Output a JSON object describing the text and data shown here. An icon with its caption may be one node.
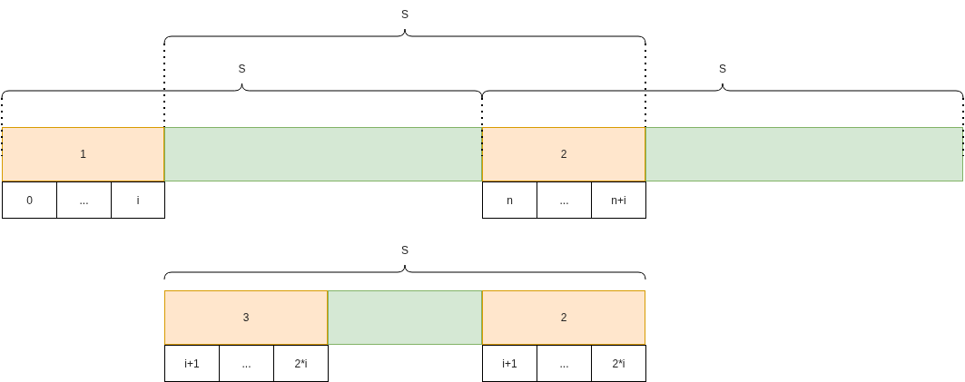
{
  "diagram": {
    "nodes": [
      {
        "text": [
          "1"
        ]
      },
      {
        "text": [],
        "shape": "box"
      },
      {
        "text": [
          "2"
        ]
      },
      {
        "text": [],
        "shape": "box"
      },
      {
        "text": [
          "0"
        ]
      },
      {
        "text": [
          "..."
        ]
      },
      {
        "text": [
          "i"
        ]
      },
      {
        "text": [
          "n"
        ]
      },
      {
        "text": [
          "..."
        ]
      },
      {
        "text": [
          "n+i"
        ]
      },
      {
        "text": [
          "3"
        ]
      },
      {
        "text": [],
        "shape": "box"
      },
      {
        "text": [
          "2"
        ]
      },
      {
        "text": [
          "i+1"
        ]
      },
      {
        "text": [
          "..."
        ]
      },
      {
        "text": [
          "2*i"
        ]
      },
      {
        "text": [
          "i+1"
        ]
      },
      {
        "text": [
          "..."
        ]
      },
      {
        "text": [
          "2*i"
        ]
      }
    ],
    "labels": [
      "S",
      "S",
      "S",
      "S"
    ]
  }
}
